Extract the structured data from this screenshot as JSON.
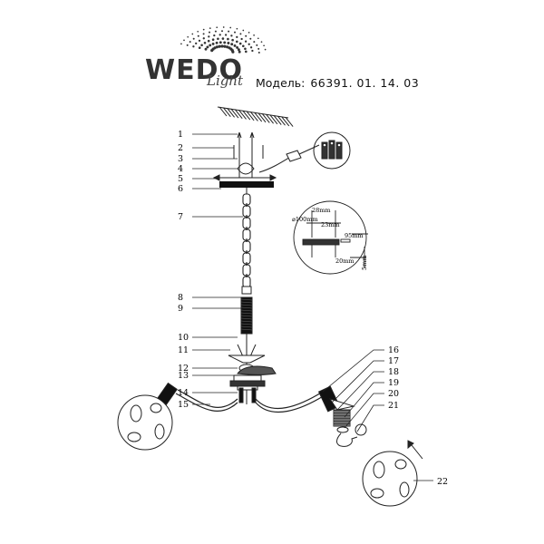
{
  "brand": {
    "name": "WEDO",
    "sub": "Light"
  },
  "model": {
    "label": "Модель:",
    "value": "66391. 01. 14. 03"
  },
  "parts": [
    "1",
    "2",
    "3",
    "4",
    "5",
    "6",
    "7",
    "8",
    "9",
    "10",
    "11",
    "12",
    "13",
    "14",
    "15",
    "16",
    "17",
    "18",
    "19",
    "20",
    "21",
    "22"
  ],
  "detail": {
    "d1": "⌀100mm",
    "d2": "28mm",
    "d3": "23mm",
    "d4": "95mm",
    "d5": "20mm",
    "d6": "5mm"
  },
  "colors": {
    "line": "#222222",
    "metal": "#111111"
  }
}
